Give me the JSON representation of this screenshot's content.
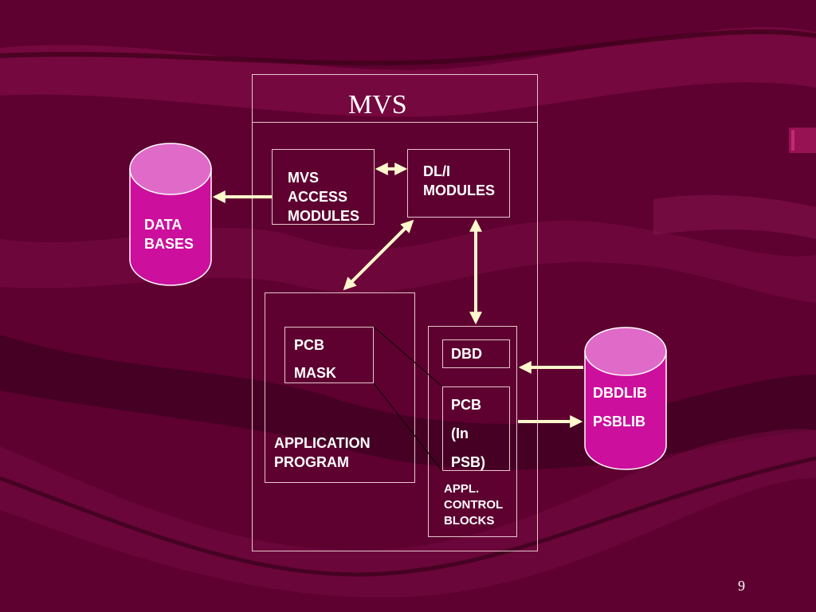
{
  "slide": {
    "title": "MVS",
    "page_number": "9"
  },
  "nodes": {
    "databases": {
      "label": "DATA\nBASES"
    },
    "mvs_access_modules": {
      "label": "MVS\nACCESS\nMODULES"
    },
    "dli_modules": {
      "label": "DL/I\nMODULES"
    },
    "application_program": {
      "label": "APPLICATION\nPROGRAM"
    },
    "pcb_mask": {
      "label": "PCB\nMASK"
    },
    "dbd": {
      "label": "DBD"
    },
    "pcb_in_psb": {
      "label": "PCB\n(In\nPSB)"
    },
    "appl_control_blocks": {
      "label": "APPL.\nCONTROL\nBLOCKS"
    },
    "dbdlib_psblib": {
      "label": "DBDLIB\nPSBLIB"
    }
  },
  "colors": {
    "background": "#5e0030",
    "cylinder_body": "#cc0f9c",
    "cylinder_top": "#e06ac8",
    "arrow": "#fff8cc",
    "box_border": "#e8c6cf"
  }
}
